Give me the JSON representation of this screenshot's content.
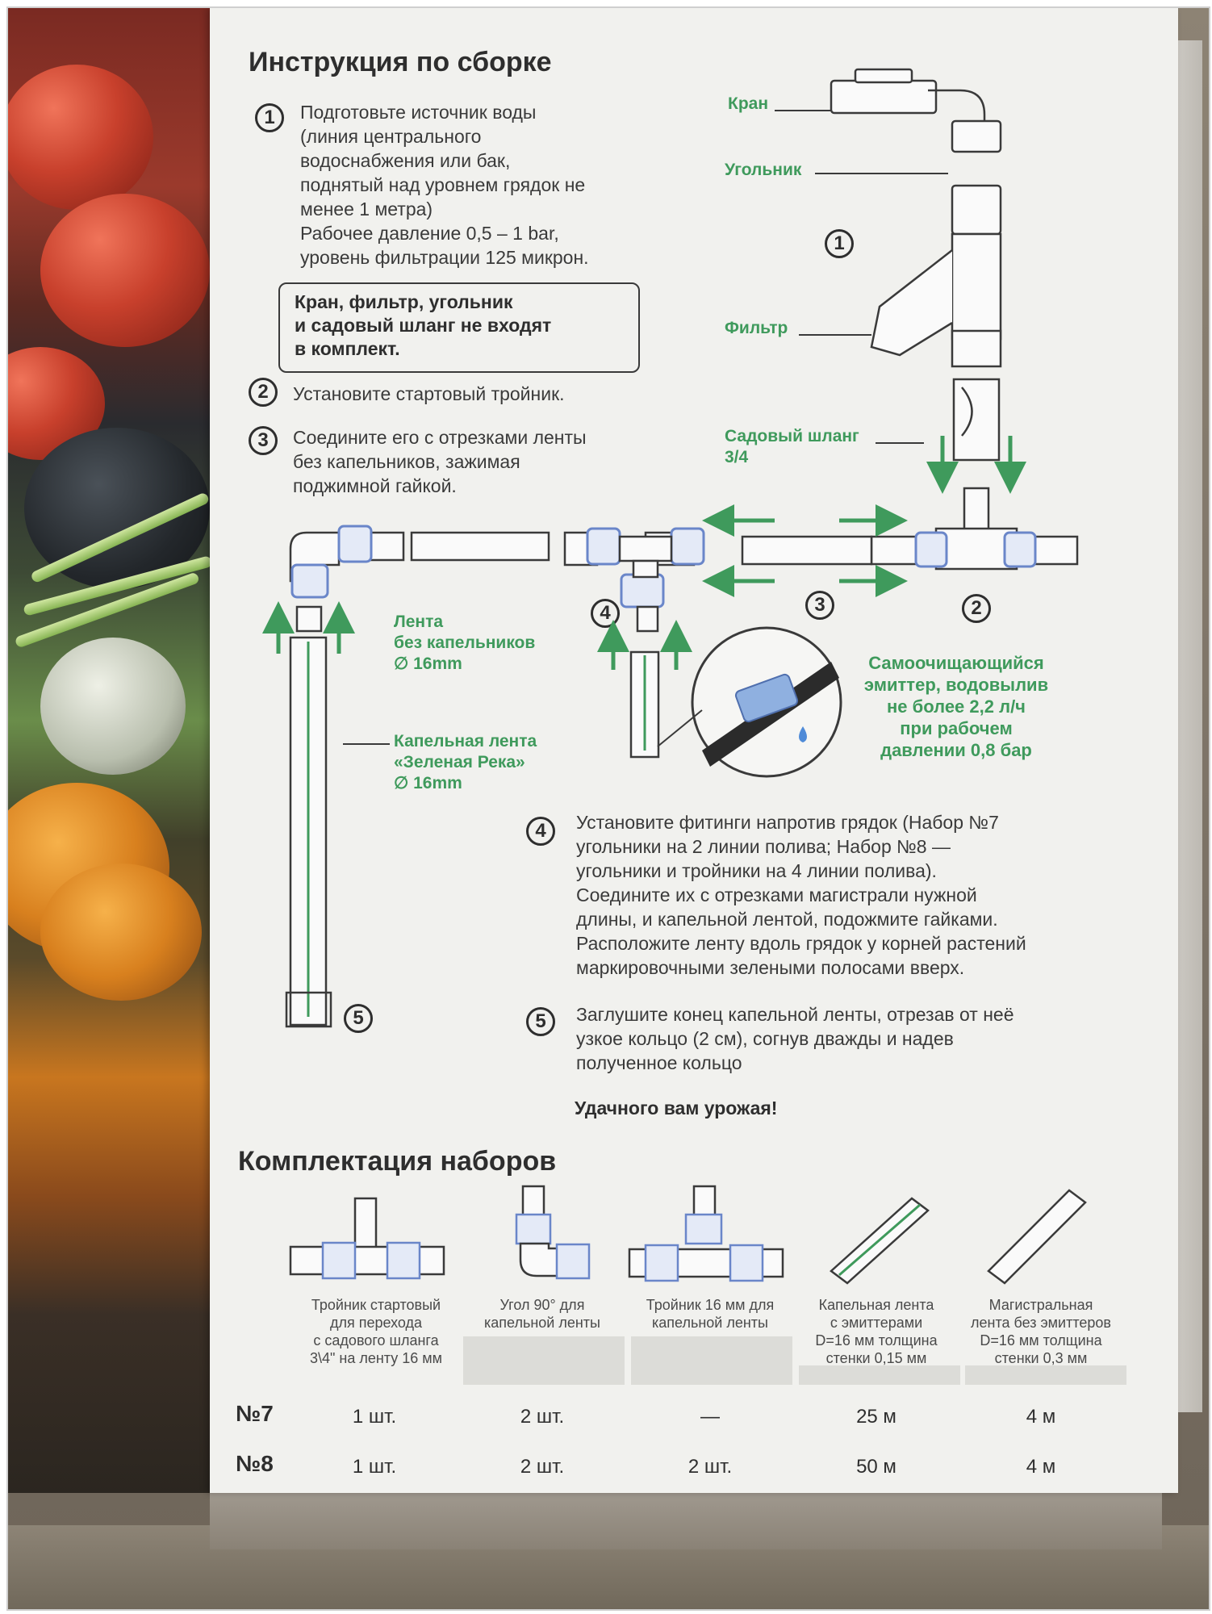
{
  "instructions": {
    "title": "Инструкция по сборке",
    "step1": {
      "num": "1",
      "text": "Подготовьте источник воды\n(линия центрального\nводоснабжения или бак,\nподнятый над уровнем грядок не\nменее 1 метра)\nРабочее давление 0,5 – 1 bar,\nуровень фильтрации 125 микрон."
    },
    "not_included": "Кран, фильтр, угольник\nи садовый шланг не входят\nв комплект.",
    "step2": {
      "num": "2",
      "text": "Установите стартовый тройник."
    },
    "step3": {
      "num": "3",
      "text": "Соедините его с отрезками ленты\nбез капельников, зажимая\nподжимной гайкой."
    },
    "step4": {
      "num": "4",
      "text": "Установите фитинги напротив грядок (Набор №7\nугольники на 2 линии полива; Набор №8 —\nугольники и тройники на 4 линии полива).\nСоедините их с отрезками магистрали нужной\nдлины, и капельной лентой, подожмите гайками.\nРасположите ленту вдоль грядок у корней растений\nмаркировочными зелеными полосами вверх."
    },
    "step5": {
      "num": "5",
      "text": "Заглушите конец капельной ленты, отрезав от неё\nузкое кольцо (2 см), согнув дважды и надев\nполученное кольцо"
    },
    "wish": "Удачного вам урожая!"
  },
  "diagram": {
    "label_tap": "Кран",
    "label_elbow": "Угольник",
    "label_filter": "Фильтр",
    "label_hose": "Садовый шланг\n3/4",
    "label_tape_no_drip": "Лента\nбез капельников\n∅ 16mm",
    "label_drip_tape": "Капельная лента\n«Зеленая Река»\n∅ 16mm",
    "label_emitter": "Самоочищающийся\nэмиттер, водовылив\nне более 2,2 л/ч\nпри рабочем\nдавлении 0,8 бар",
    "marker_1": "1",
    "marker_2": "2",
    "marker_3": "3",
    "marker_4": "4",
    "marker_5": "5",
    "accent_green": "#3f9a5c",
    "fitting_blue": "#6a86c9"
  },
  "kit": {
    "title": "Комплектация наборов",
    "columns": [
      "Тройник стартовый\nдля перехода\nс садового шланга\n3\\4\" на ленту 16 мм",
      "Угол 90° для\nкапельной ленты",
      "Тройник 16 мм для\nкапельной ленты",
      "Капельная лента\nс эмиттерами\nD=16 мм толщина\nстенки 0,15 мм",
      "Магистральная\nлента без эмиттеров\nD=16 мм толщина\nстенки 0,3 мм"
    ],
    "rows": [
      {
        "label": "№7",
        "values": [
          "1 шт.",
          "2 шт.",
          "—",
          "25 м",
          "4 м"
        ]
      },
      {
        "label": "№8",
        "values": [
          "1 шт.",
          "2 шт.",
          "2 шт.",
          "50 м",
          "4 м"
        ]
      }
    ]
  }
}
